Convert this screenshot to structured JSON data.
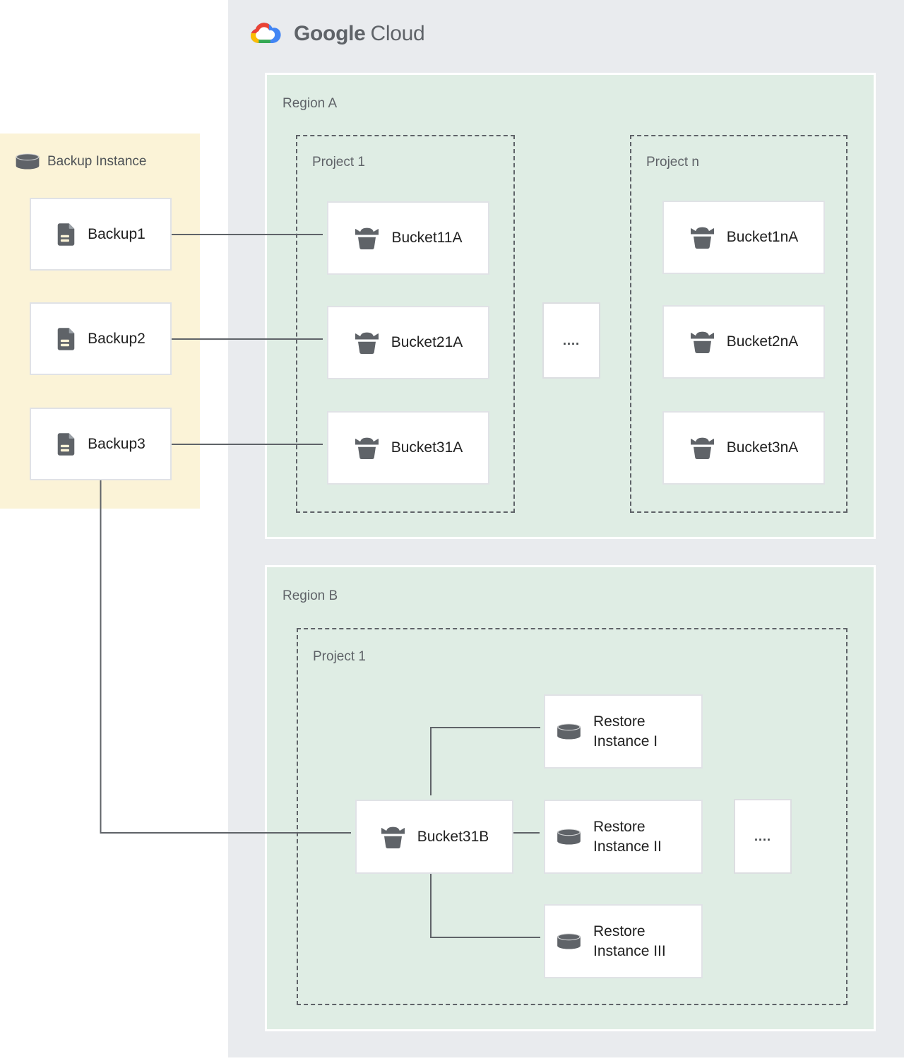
{
  "logo": {
    "part1": "Google",
    "part2": "Cloud"
  },
  "backup_panel": {
    "title": "Backup Instance",
    "items": [
      "Backup1",
      "Backup2",
      "Backup3"
    ]
  },
  "region_a": {
    "label": "Region A",
    "project_1": {
      "label": "Project 1",
      "buckets": [
        "Bucket11A",
        "Bucket21A",
        "Bucket31A"
      ]
    },
    "ellipsis": "....",
    "project_n": {
      "label": "Project n",
      "buckets": [
        "Bucket1nA",
        "Bucket2nA",
        "Bucket3nA"
      ]
    }
  },
  "region_b": {
    "label": "Region B",
    "project_1": {
      "label": "Project 1",
      "bucket": "Bucket31B",
      "ellipsis": "....",
      "restore_instances": [
        "Restore Instance I",
        "Restore Instance II",
        "Restore Instance III"
      ]
    }
  },
  "colors": {
    "container_bg": "#E9EBEE",
    "region_bg": "#DFEDE4",
    "backup_panel_bg": "#FBF3D7",
    "box_border": "#E0E2E6",
    "connector": "#5F6368",
    "icon_gray": "#5F6368",
    "zone_label_gray": "#5F6368",
    "text_dark": "#212121",
    "logo_blue": "#4285F4",
    "logo_red": "#EA4335",
    "logo_yellow": "#FBBC04",
    "logo_green": "#34A853"
  }
}
